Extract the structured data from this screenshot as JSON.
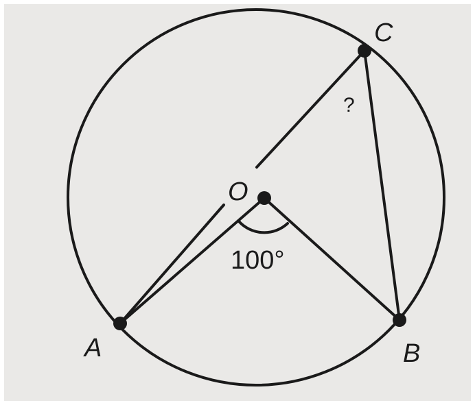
{
  "diagram": {
    "points": {
      "A": "A",
      "B": "B",
      "C": "C",
      "O": "O"
    },
    "central_angle_label": "100°",
    "unknown_angle_label": "?",
    "colors": {
      "ink": "#1a1a1a",
      "paper": "#eae9e7",
      "border": "#ffffff"
    }
  }
}
